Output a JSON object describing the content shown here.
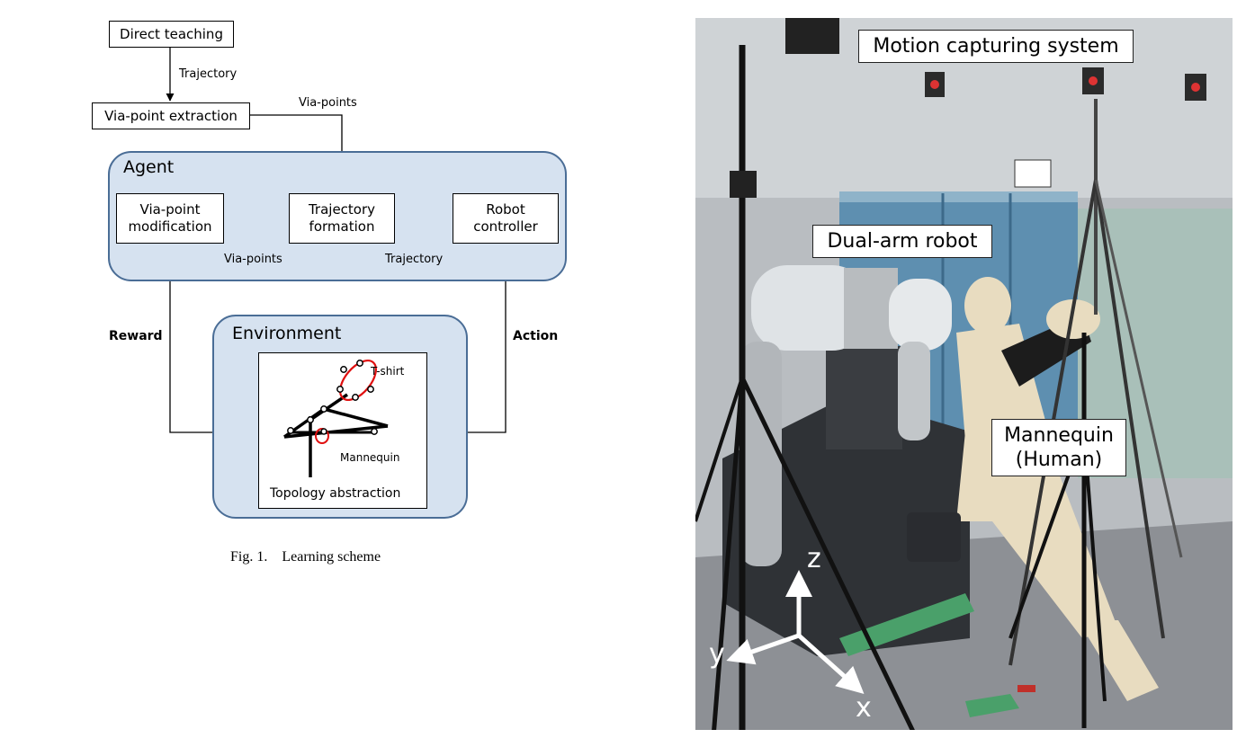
{
  "diagram": {
    "direct_teaching": "Direct teaching",
    "trajectory_top": "Trajectory",
    "via_point_extraction": "Via-point extraction",
    "via_points_top": "Via-points",
    "agent_title": "Agent",
    "via_point_modification": "Via-point modification",
    "trajectory_formation": "Trajectory formation",
    "robot_controller": "Robot controller",
    "via_points_bottom": "Via-points",
    "trajectory_bottom": "Trajectory",
    "reward": "Reward",
    "action": "Action",
    "environment_title": "Environment",
    "t_shirt": "T-shirt",
    "mannequin": "Mannequin",
    "topology_abstraction": "Topology abstraction",
    "caption": "Fig. 1.    Learning scheme"
  },
  "photo": {
    "motion_capturing_system": "Motion capturing system",
    "dual_arm_robot": "Dual-arm robot",
    "mannequin_line1": "Mannequin",
    "mannequin_line2": "(Human)",
    "axis_z": "z",
    "axis_y": "y",
    "axis_x": "x"
  },
  "colors": {
    "group_fill": "#d6e2f0",
    "group_border": "#4a6d96",
    "tshirt_red": "#e01010"
  }
}
